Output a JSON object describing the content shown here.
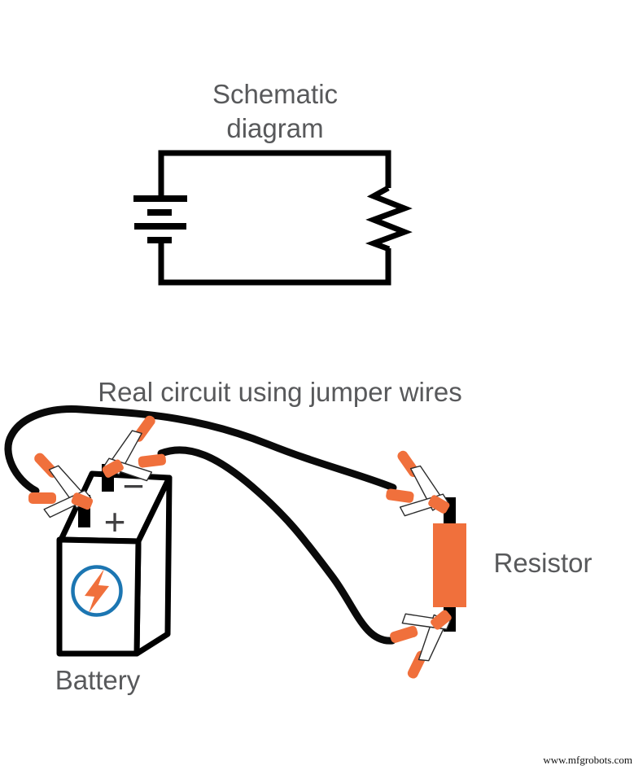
{
  "schematic": {
    "title_line1": "Schematic",
    "title_line2": "diagram"
  },
  "real_circuit": {
    "caption": "Real circuit using jumper wires",
    "battery_label": "Battery",
    "resistor_label": "Resistor",
    "plus": "+",
    "minus": "−"
  },
  "watermark": "www.mfgrobots.com",
  "colors": {
    "orange": "#F0703C",
    "blue": "#1C76B2",
    "label_gray": "#58595B",
    "sign_gray": "#414042"
  }
}
